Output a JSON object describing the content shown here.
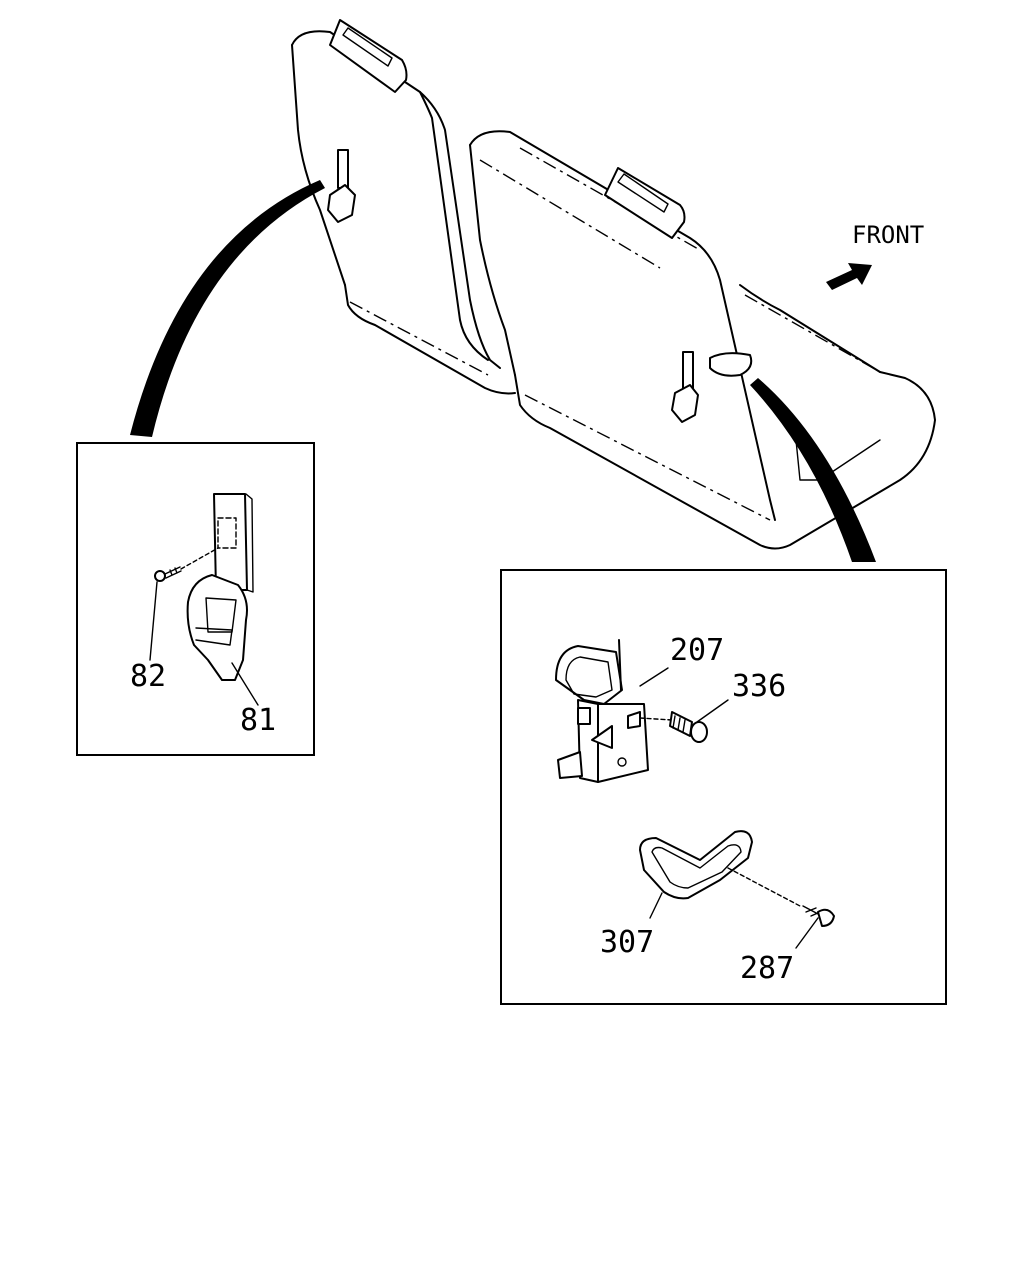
{
  "direction_label": "FRONT",
  "inset_left": {
    "callouts": [
      {
        "id": "82",
        "text": "82"
      },
      {
        "id": "81",
        "text": "81"
      }
    ]
  },
  "inset_right": {
    "callouts": [
      {
        "id": "207",
        "text": "207"
      },
      {
        "id": "336",
        "text": "336"
      },
      {
        "id": "307",
        "text": "307"
      },
      {
        "id": "287",
        "text": "287"
      }
    ]
  }
}
